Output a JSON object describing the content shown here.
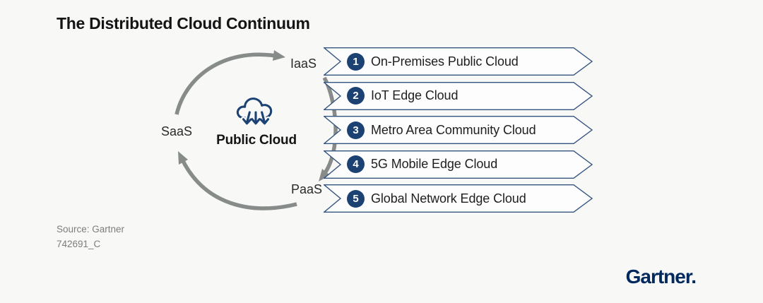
{
  "title": "The Distributed Cloud Continuum",
  "cycle": {
    "center_label": "Public Cloud",
    "center_icon": "cloud-with-down-arrows",
    "labels": {
      "saas": "SaaS",
      "iaas": "IaaS",
      "paas": "PaaS"
    }
  },
  "banners": [
    {
      "number": "1",
      "label": "On-Premises Public Cloud"
    },
    {
      "number": "2",
      "label": "IoT Edge Cloud"
    },
    {
      "number": "3",
      "label": "Metro Area Community Cloud"
    },
    {
      "number": "4",
      "label": "5G Mobile Edge Cloud"
    },
    {
      "number": "5",
      "label": "Global Network Edge Cloud"
    }
  ],
  "footer": {
    "source": "Source: Gartner",
    "doc_id": "742691_C"
  },
  "brand": {
    "logo_text": "Gartner."
  },
  "colors": {
    "navy": "#1b4273",
    "border-navy": "#35557f",
    "arrow-gray": "#878c8a",
    "text-dark": "#1e1e1e",
    "muted": "#7d7d7d",
    "brand-navy": "#00295e",
    "bg": "#f8f8f7",
    "banner-fill": "#fdfdfd"
  }
}
